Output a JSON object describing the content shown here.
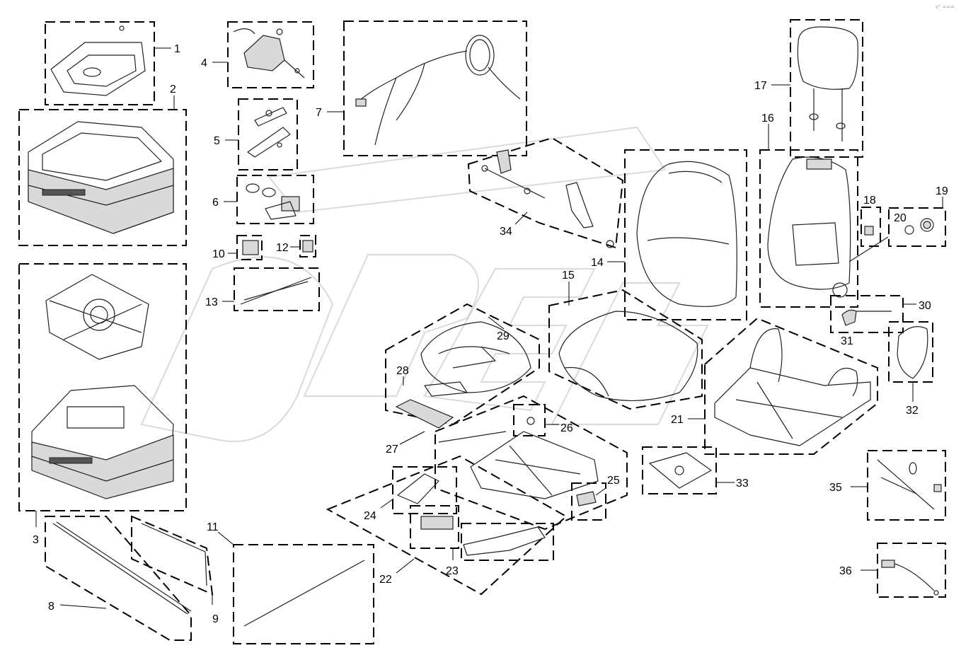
{
  "corner_mark": "s° ===",
  "callouts": [
    "1",
    "2",
    "3",
    "4",
    "5",
    "6",
    "7",
    "8",
    "9",
    "10",
    "11",
    "12",
    "13",
    "14",
    "15",
    "16",
    "17",
    "18",
    "19",
    "20",
    "21",
    "22",
    "23",
    "24",
    "25",
    "26",
    "27",
    "28",
    "29",
    "30",
    "31",
    "32",
    "33",
    "34",
    "35",
    "36"
  ]
}
